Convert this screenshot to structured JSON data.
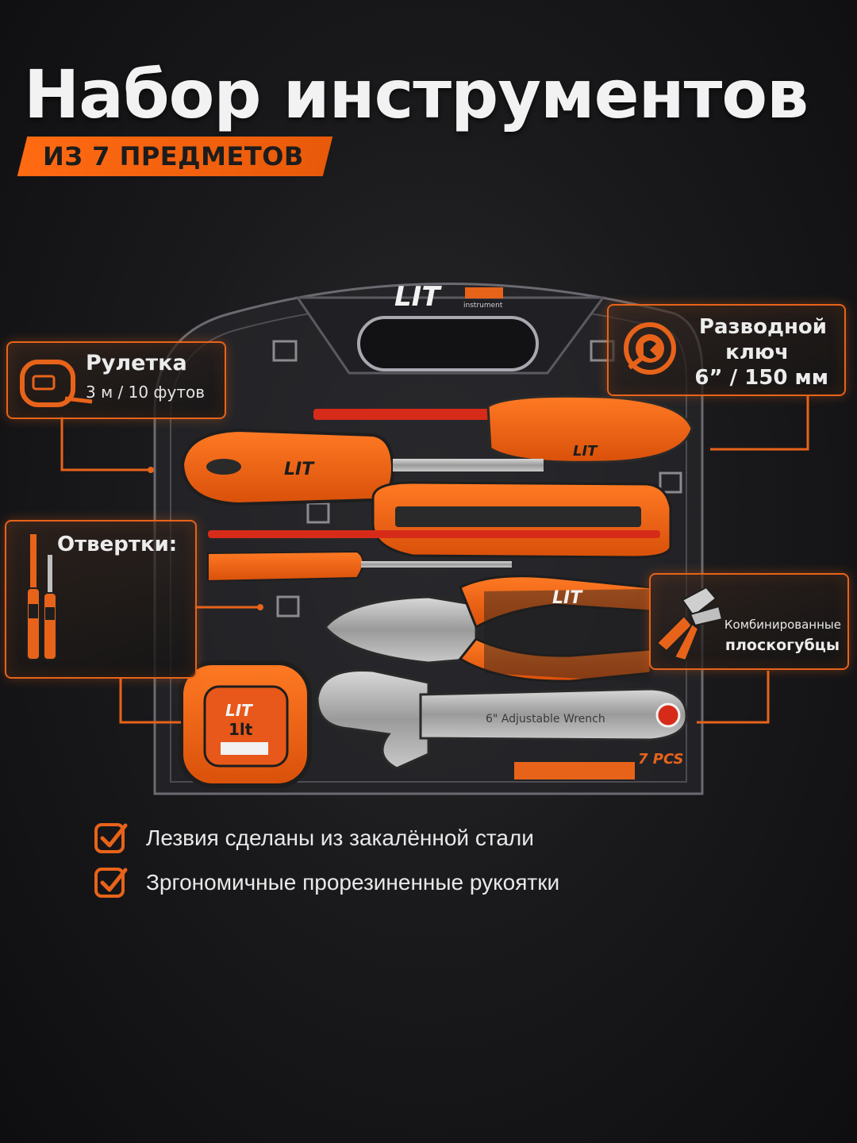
{
  "header": {
    "title": "Набор инструментов",
    "subtitle": "ИЗ 7 ПРЕДМЕТОВ"
  },
  "brand": {
    "logo": "LIT",
    "logo_sub": "instrument"
  },
  "callouts": {
    "tape": {
      "title": "Рулетка",
      "spec": "3 м / 10 футов"
    },
    "wrench": {
      "line1": "Разводной",
      "line2": "ключ",
      "line3": "6” / 150 мм"
    },
    "screwdrivers": {
      "title": "Отвертки:"
    },
    "pliers": {
      "line1": "Комбинированные",
      "line2": "плоскогубцы"
    }
  },
  "tool_labels": {
    "screwdriver_logo": "LIT",
    "screwdriver2_logo": "LIT",
    "pliers_logo": "LIT",
    "tape_logo": "LIT",
    "tape_size": "1lt",
    "wrench_text": "6\"  Adjustable Wrench",
    "pcs": "7 PCS"
  },
  "features": [
    "Лезвия сделаны из закалённой стали",
    "Зргономичные прорезиненные рукоятки"
  ],
  "colors": {
    "accent": "#e8631a",
    "text": "#f2f2f2",
    "background": "#151517"
  }
}
